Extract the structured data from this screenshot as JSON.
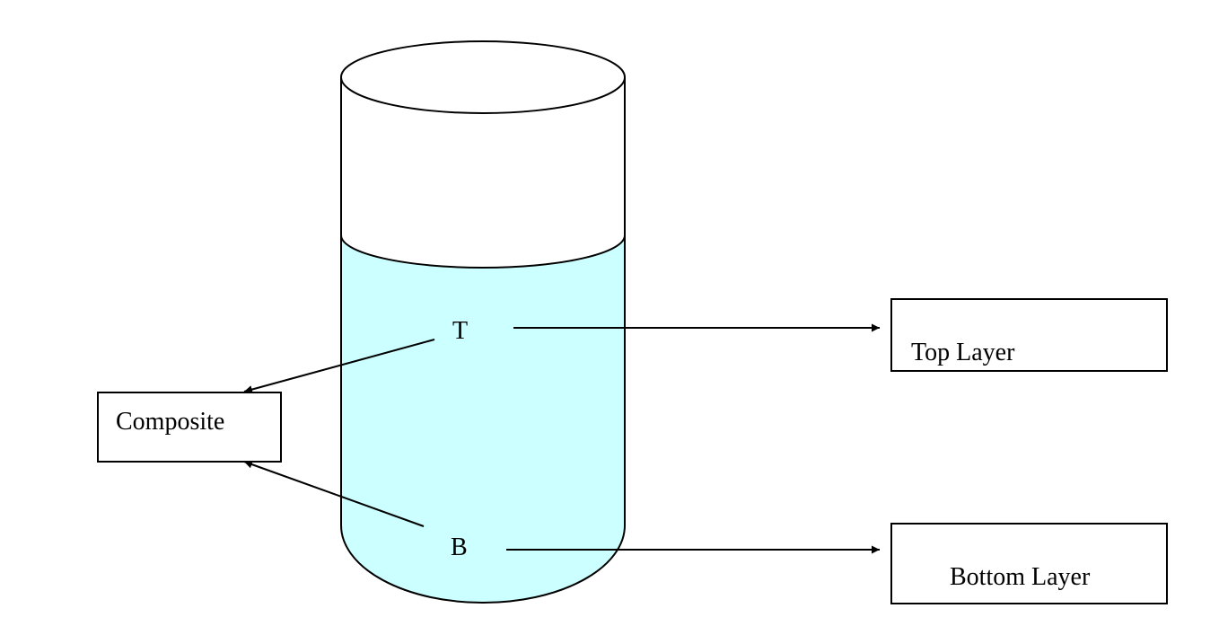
{
  "sample_points": {
    "top": "T",
    "bottom": "B"
  },
  "boxes": {
    "composite": "Composite",
    "top_layer": "Top Layer",
    "bottom_layer": "Bottom Layer"
  },
  "colors": {
    "liquid": "#ccffff",
    "stroke": "#000000",
    "background": "#ffffff"
  }
}
